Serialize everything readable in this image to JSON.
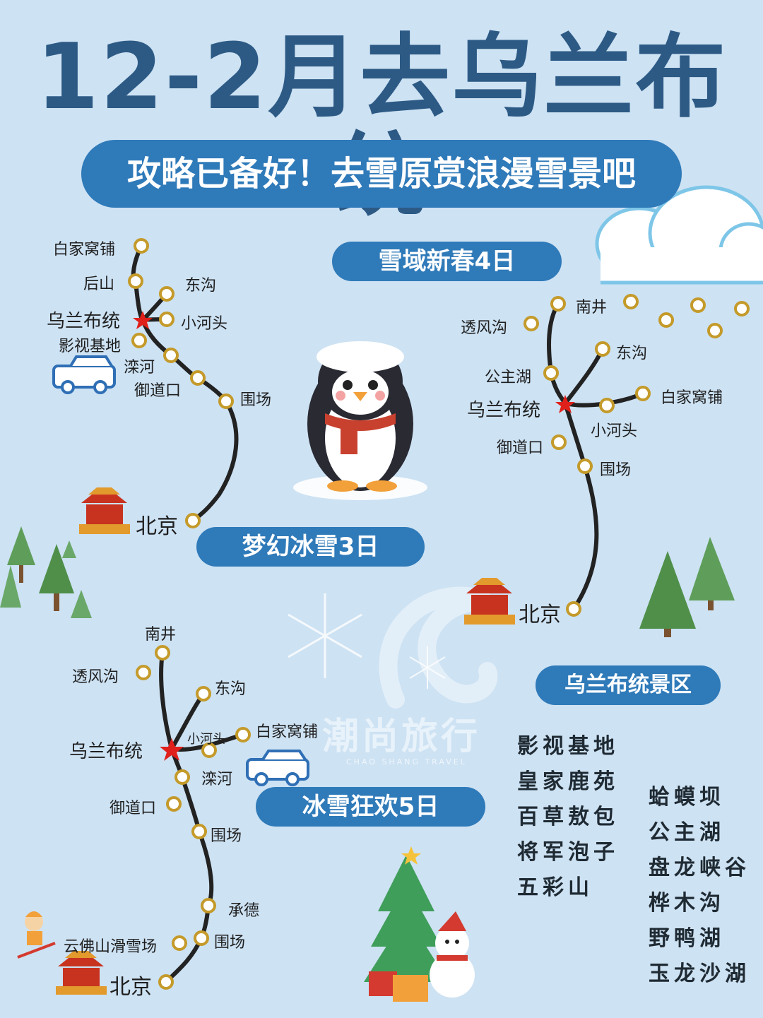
{
  "title": "12-2月去乌兰布统",
  "subtitle": "攻略已备好！去雪原赏浪漫雪景吧",
  "routes": {
    "r3": {
      "name": "梦幻冰雪3日",
      "stops": {
        "baijia": "白家窝铺",
        "houshan": "后山",
        "donggou": "东沟",
        "wulanbutong": "乌兰布统",
        "xiaohetou": "小河头",
        "yingshi": "影视基地",
        "luanhe": "滦河",
        "yudaokou": "御道口",
        "weichang": "围场",
        "beijing": "北京"
      }
    },
    "r4": {
      "name": "雪域新春4日",
      "stops": {
        "nanjing": "南井",
        "toufenggou": "透风沟",
        "donggou": "东沟",
        "gongzhuhu": "公主湖",
        "baijia": "白家窝铺",
        "wulanbutong": "乌兰布统",
        "xiaohetou": "小河头",
        "yudaokou": "御道口",
        "weichang": "围场",
        "beijing": "北京"
      }
    },
    "r5": {
      "name": "冰雪狂欢5日",
      "stops": {
        "nanjing": "南井",
        "toufenggou": "透风沟",
        "donggou": "东沟",
        "baijia": "白家窝铺",
        "xiaohetou": "小河头",
        "wulanbutong": "乌兰布统",
        "luanhe": "滦河",
        "yudaokou": "御道口",
        "weichang": "围场",
        "chengde": "承德",
        "yunfoshan": "云佛山滑雪场",
        "weichang2": "围场",
        "beijing": "北京"
      }
    }
  },
  "scenic": {
    "title": "乌兰布统景区",
    "col1": [
      "影视基地",
      "皇家鹿苑",
      "百草敖包",
      "将军泡子",
      "五彩山"
    ],
    "col2": [
      "蛤蟆坝",
      "公主湖",
      "盘龙峡谷",
      "桦木沟",
      "野鸭湖",
      "玉龙沙湖"
    ]
  },
  "watermark": {
    "text": "潮尚旅行",
    "sub": "CHAO SHANG TRAVEL"
  },
  "colors": {
    "title": "#2d5a85",
    "pill": "#2f7ab9",
    "line": "#222222",
    "node": "#c49a2a",
    "star": "#e0201b"
  }
}
